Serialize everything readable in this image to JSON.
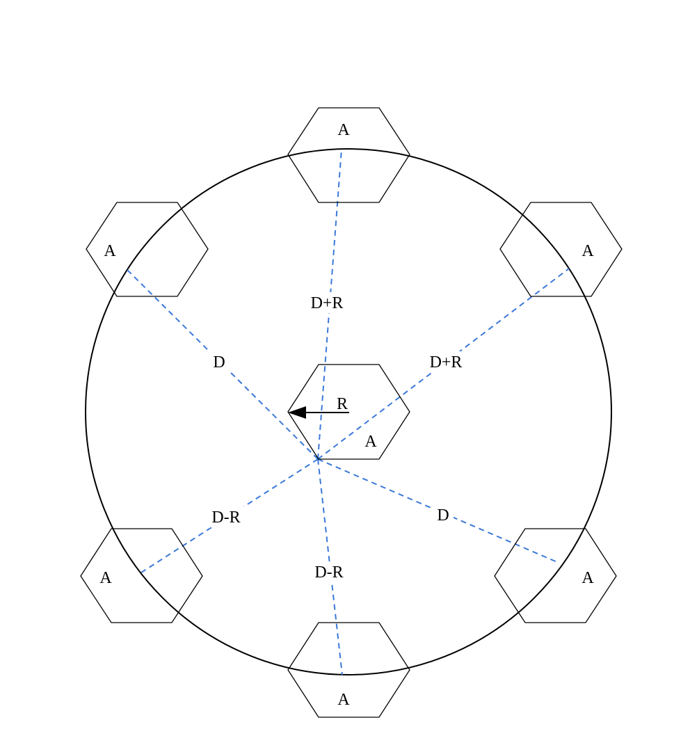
{
  "diagram": {
    "hexagon_label": "A",
    "radius_label": "R",
    "distance_labels": {
      "top": "D+R",
      "upper_left": "D",
      "upper_right": "D+R",
      "lower_left": "D-R",
      "lower_right": "D",
      "bottom": "D-R"
    },
    "colors": {
      "outline": "#000000",
      "dashed_line": "#3a78d8",
      "background": "#ffffff"
    }
  }
}
